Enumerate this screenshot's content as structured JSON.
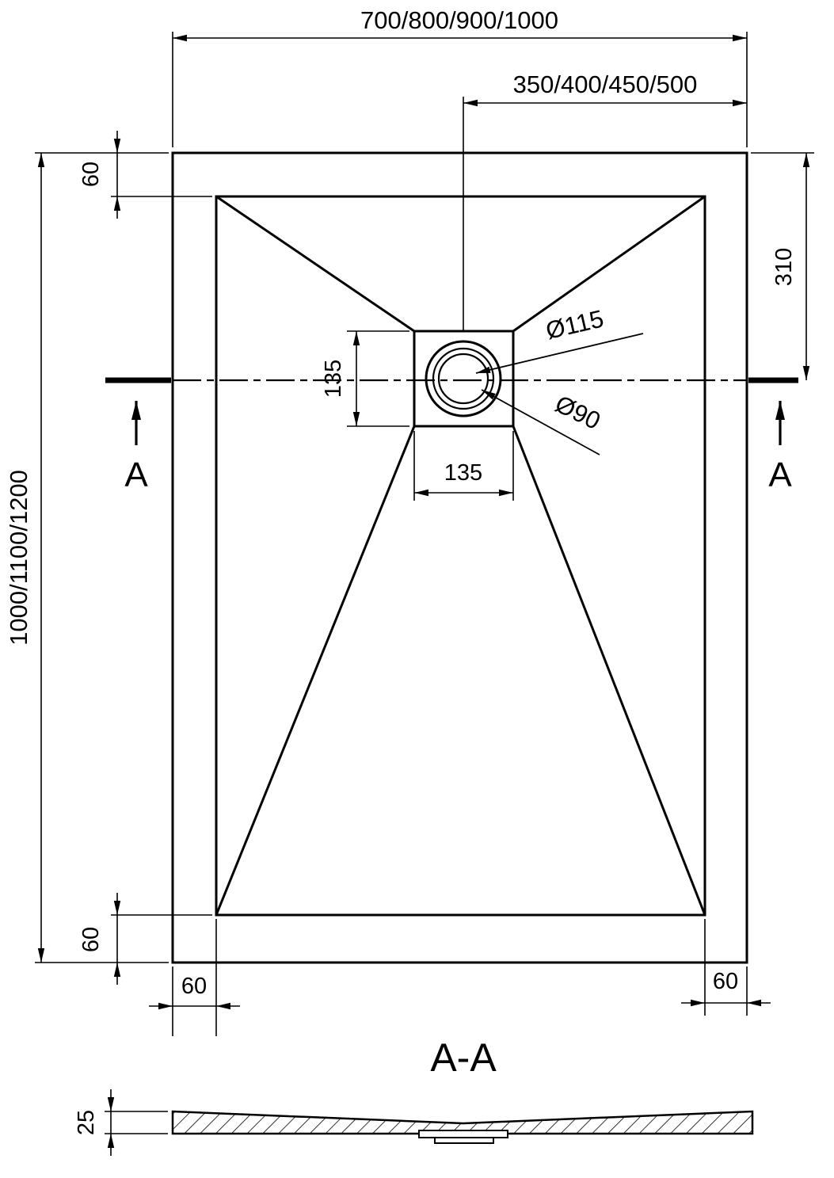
{
  "colors": {
    "line": "#000000",
    "background": "#ffffff"
  },
  "plan": {
    "dim_overall_width": "700/800/900/1000",
    "dim_drain_center_width": "350/400/450/500",
    "dim_overall_length": "1000/1100/1200",
    "dim_top_margin": "60",
    "dim_drain_center_from_top": "310",
    "dim_drain_box_height": "135",
    "dim_drain_box_width": "135",
    "dim_bottom_margin": "60",
    "dim_left_margin": "60",
    "dim_right_margin": "60",
    "drain_outer_diameter": "Ø115",
    "drain_inner_diameter": "Ø90",
    "section_mark_left": "A",
    "section_mark_right": "A"
  },
  "section": {
    "title": "A-A",
    "dim_thickness": "25"
  }
}
